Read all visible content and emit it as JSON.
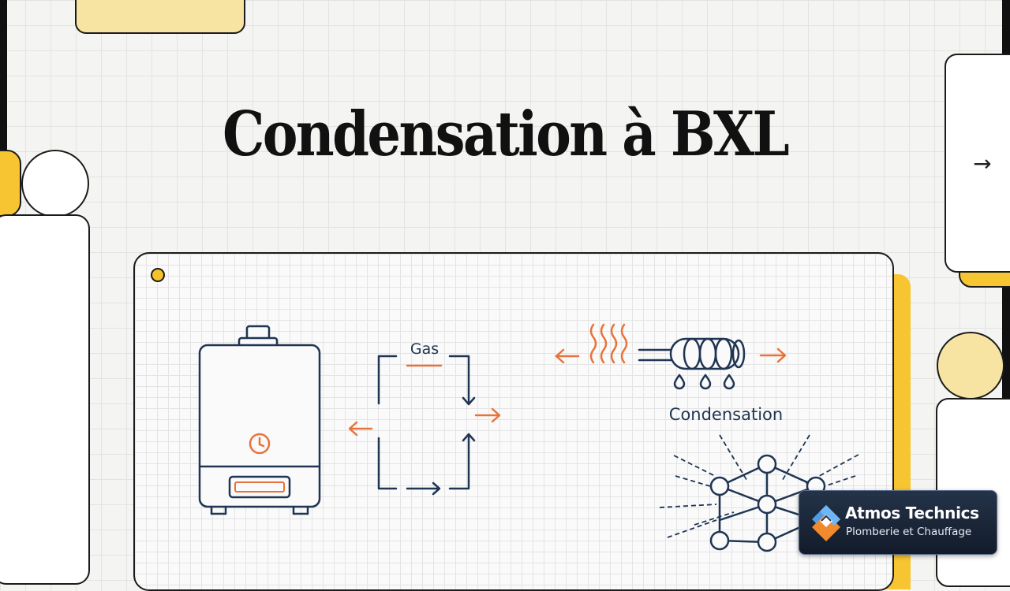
{
  "slide": {
    "title": "Condensation à BXL",
    "next_arrow": "→"
  },
  "diagram": {
    "gas_label": "Gas",
    "condensation_label": "Condensation",
    "icons": [
      "boiler-icon",
      "clock-icon",
      "flow-arrows",
      "heat-waves-icon",
      "coil-pipe-icon",
      "water-drop-icon",
      "molecule-network-icon"
    ]
  },
  "brand": {
    "name": "Atmos Technics",
    "tagline": "Plomberie et Chauffage"
  },
  "colors": {
    "accent_orange": "#e8733a",
    "ink_navy": "#1f3553",
    "highlight_yellow": "#f7c531"
  }
}
